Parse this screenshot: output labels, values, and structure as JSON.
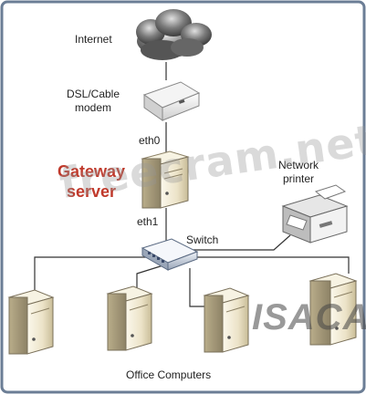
{
  "labels": {
    "internet": "Internet",
    "modem_line1": "DSL/Cable",
    "modem_line2": "modem",
    "eth0": "eth0",
    "gateway_line1": "Gateway",
    "gateway_line2": "server",
    "eth1": "eth1",
    "switch": "Switch",
    "printer_line1": "Network",
    "printer_line2": "printer",
    "office": "Office Computers"
  },
  "watermarks": {
    "site": "freecram.net",
    "brand": "ISACA"
  },
  "colors": {
    "gateway_text": "#c0392b",
    "frame": "#6b7d95",
    "line": "#333333"
  }
}
